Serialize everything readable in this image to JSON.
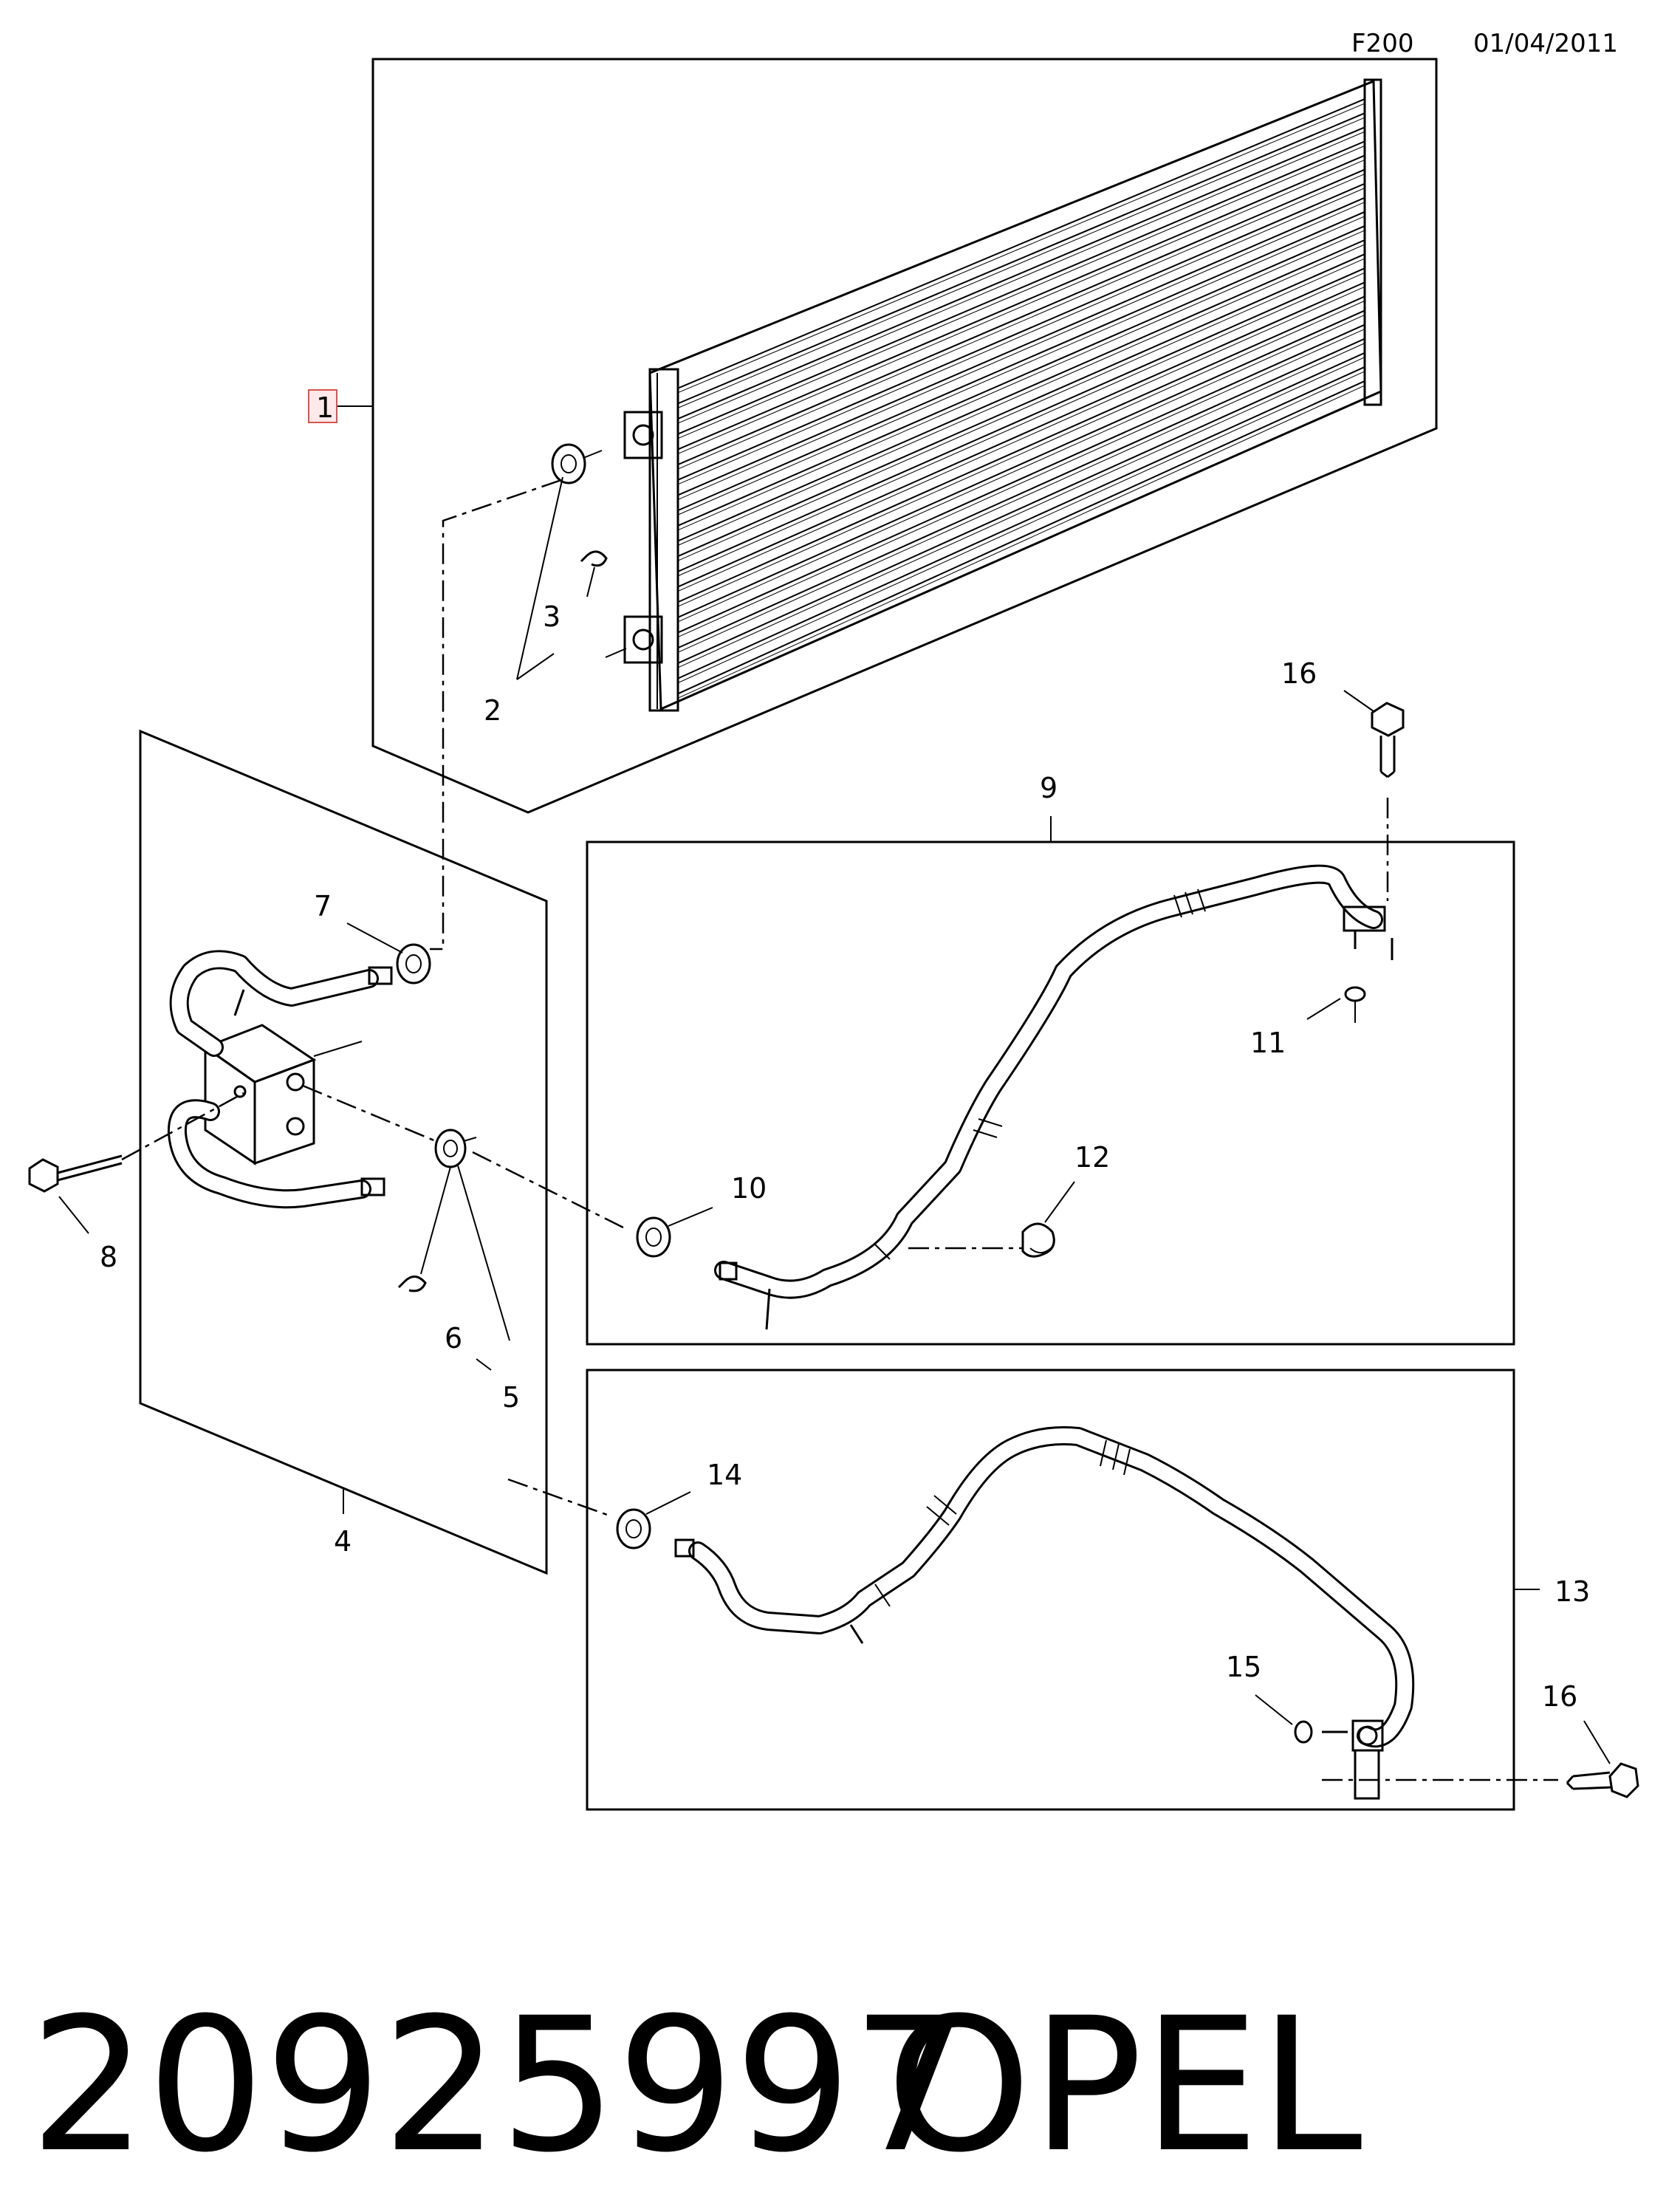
{
  "header": {
    "figure_code": "F200",
    "date": "01/04/2011"
  },
  "callouts": {
    "c1": "1",
    "c2": "2",
    "c3": "3",
    "c4": "4",
    "c5": "5",
    "c6": "6",
    "c7": "7",
    "c8": "8",
    "c9": "9",
    "c10": "10",
    "c11": "11",
    "c12": "12",
    "c13": "13",
    "c14": "14",
    "c15": "15",
    "c16a": "16",
    "c16b": "16"
  },
  "highlight_color": "#d9534f",
  "footer": {
    "part_number": "20925997",
    "brand": "OPEL"
  }
}
